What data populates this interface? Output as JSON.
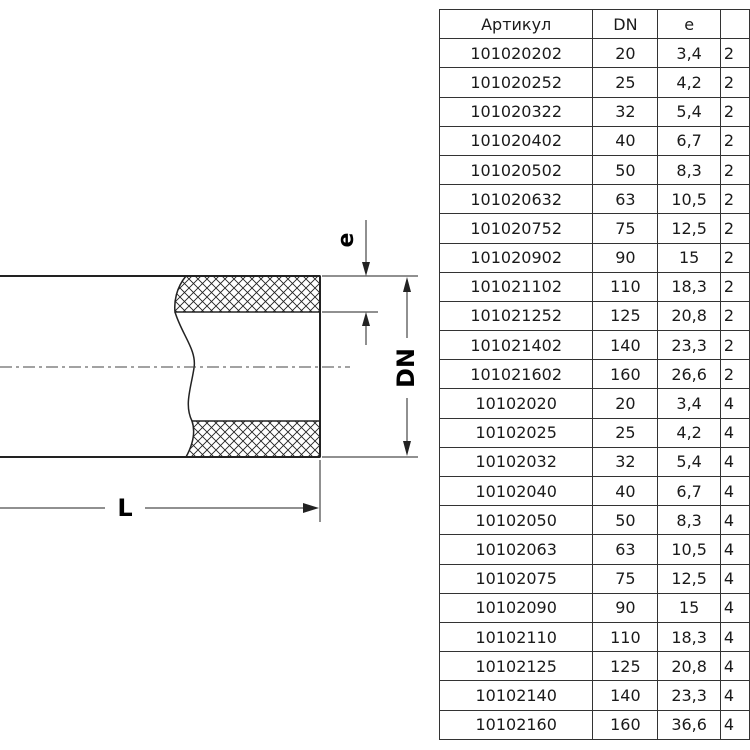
{
  "drawing": {
    "labels": {
      "wall": "e",
      "diameter": "DN",
      "length": "L"
    }
  },
  "table": {
    "headers": [
      "Артикул",
      "DN",
      "e",
      ""
    ],
    "rows": [
      [
        "101020202",
        "20",
        "3,4",
        "2"
      ],
      [
        "101020252",
        "25",
        "4,2",
        "2"
      ],
      [
        "101020322",
        "32",
        "5,4",
        "2"
      ],
      [
        "101020402",
        "40",
        "6,7",
        "2"
      ],
      [
        "101020502",
        "50",
        "8,3",
        "2"
      ],
      [
        "101020632",
        "63",
        "10,5",
        "2"
      ],
      [
        "101020752",
        "75",
        "12,5",
        "2"
      ],
      [
        "101020902",
        "90",
        "15",
        "2"
      ],
      [
        "101021102",
        "110",
        "18,3",
        "2"
      ],
      [
        "101021252",
        "125",
        "20,8",
        "2"
      ],
      [
        "101021402",
        "140",
        "23,3",
        "2"
      ],
      [
        "101021602",
        "160",
        "26,6",
        "2"
      ],
      [
        "10102020",
        "20",
        "3,4",
        "4"
      ],
      [
        "10102025",
        "25",
        "4,2",
        "4"
      ],
      [
        "10102032",
        "32",
        "5,4",
        "4"
      ],
      [
        "10102040",
        "40",
        "6,7",
        "4"
      ],
      [
        "10102050",
        "50",
        "8,3",
        "4"
      ],
      [
        "10102063",
        "63",
        "10,5",
        "4"
      ],
      [
        "10102075",
        "75",
        "12,5",
        "4"
      ],
      [
        "10102090",
        "90",
        "15",
        "4"
      ],
      [
        "10102110",
        "110",
        "18,3",
        "4"
      ],
      [
        "10102125",
        "125",
        "20,8",
        "4"
      ],
      [
        "10102140",
        "140",
        "23,3",
        "4"
      ],
      [
        "10102160",
        "160",
        "36,6",
        "4"
      ]
    ]
  }
}
